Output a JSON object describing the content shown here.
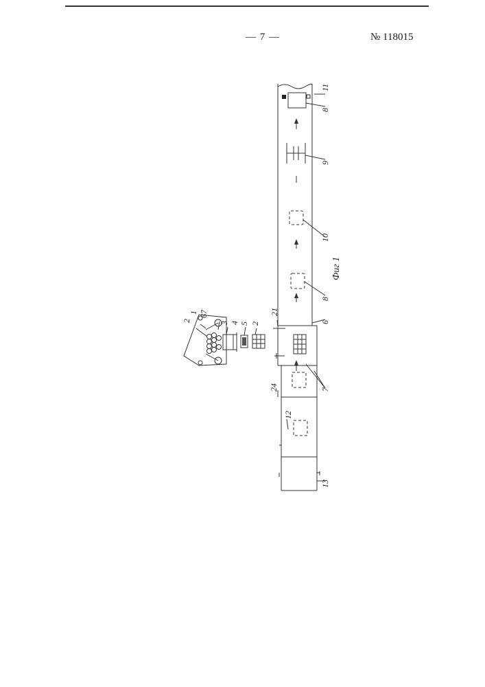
{
  "header": {
    "page_number": "— 7 —",
    "patent_number": "№ 118015"
  },
  "figure": {
    "caption": "Фиг 1",
    "labels": {
      "l1": "1",
      "l2a": "2",
      "l2b": "2",
      "l3": "3",
      "l4": "4",
      "l5": "5",
      "l67": "67",
      "l6": "6",
      "l7": "7",
      "l8a": "8",
      "l8b": "8",
      "l9": "9",
      "l10": "10",
      "l11": "11",
      "l12": "12",
      "l13": "13",
      "l21": "21",
      "l24": "24"
    }
  }
}
